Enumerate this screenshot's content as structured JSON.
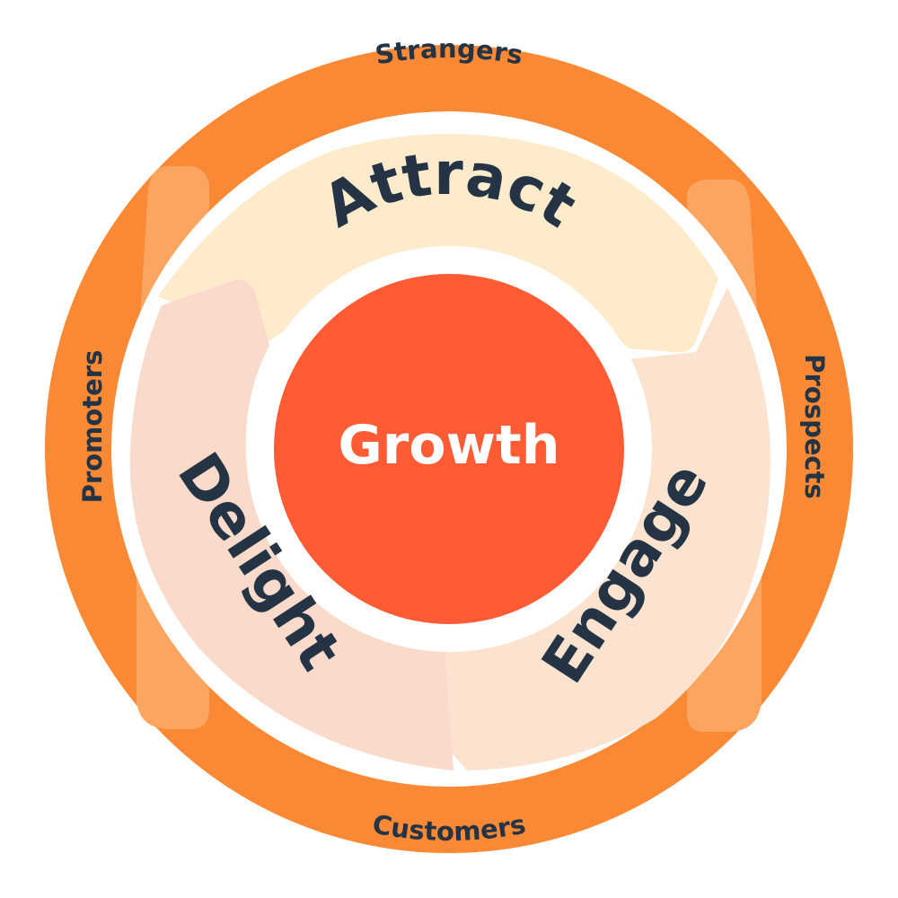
{
  "center": {
    "label": "Growth"
  },
  "stages": [
    {
      "id": "attract",
      "label": "Attract"
    },
    {
      "id": "engage",
      "label": "Engage"
    },
    {
      "id": "delight",
      "label": "Delight"
    }
  ],
  "outer_labels": {
    "top": "Strangers",
    "right": "Prospects",
    "bottom": "Customers",
    "left": "Promoters"
  },
  "colors": {
    "outer_ring": "#F98934",
    "outer_segment_light": "#FBA560",
    "attract_fill": "#FDEBCB",
    "engage_fill": "#FBE3D0",
    "delight_fill": "#FADACA",
    "center_fill": "#FF5C35",
    "text_dark": "#253444",
    "text_light": "#FFFFFF"
  }
}
